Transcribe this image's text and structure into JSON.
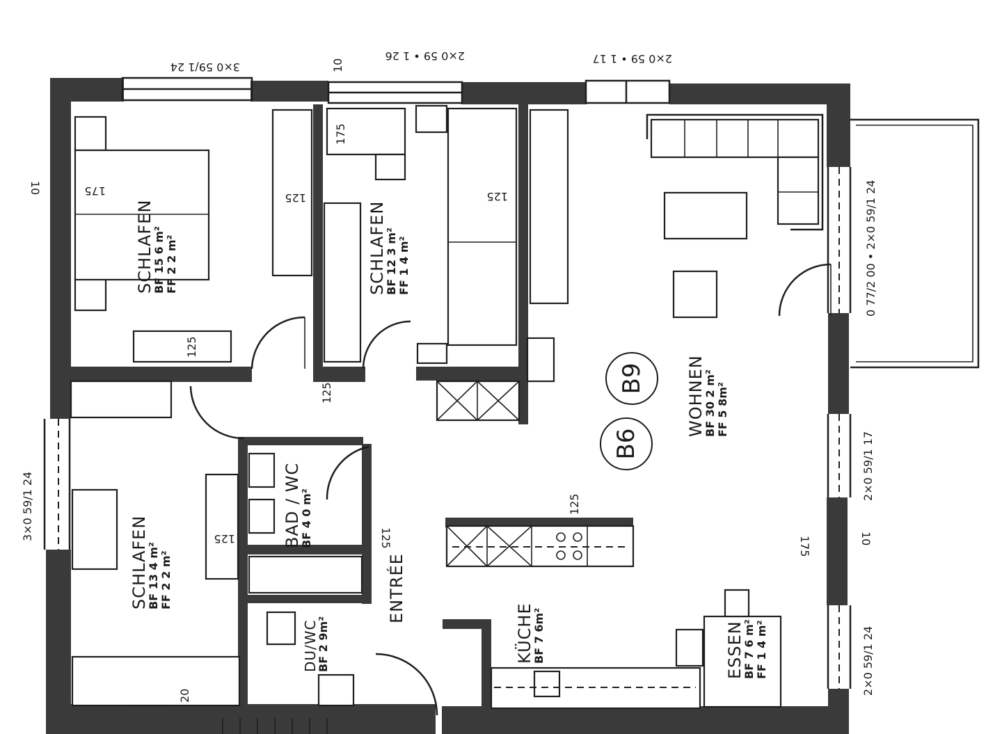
{
  "document": {
    "type": "architectural floor plan",
    "unit_badges": [
      "B6",
      "B9"
    ]
  },
  "rooms": [
    {
      "id": "schlafen-1",
      "name": "SCHLAFEN",
      "bf": "BF 15 6 m²",
      "ff": "FF  2 2 m²"
    },
    {
      "id": "schlafen-2",
      "name": "SCHLAFEN",
      "bf": "BF 12 3 m²",
      "ff": "FF  1 4 m²"
    },
    {
      "id": "wohnen",
      "name": "WOHNEN",
      "bf": "BF 30 2 m²",
      "ff": "FF  5 8m²"
    },
    {
      "id": "schlafen-3",
      "name": "SCHLAFEN",
      "bf": "BF 13 4 m²",
      "ff": "FF  2 2 m²"
    },
    {
      "id": "bad-wc",
      "name": "BAD / WC",
      "bf": "BF 4 0 m²"
    },
    {
      "id": "du-wc",
      "name": "DU/WC",
      "bf": "BF 2 9m²"
    },
    {
      "id": "entree",
      "name": "ENTRÉE"
    },
    {
      "id": "kueche",
      "name": "KÜCHE",
      "bf": "BF 7 6m²"
    },
    {
      "id": "essen",
      "name": "ESSEN",
      "bf": "BF 7 6 m²",
      "ff": "FF 1 4 m²"
    }
  ],
  "window_dimensions": {
    "top_left": "3×0 59/1 24",
    "top_middle": "2×0 59 • 1 26",
    "top_right": "2×0 59 • 1 17",
    "right_upper": "0 77/2 00 • 2×0 59/1 24",
    "right_middle": "2×0 59/1 17",
    "right_lower": "2×0 59/1 24",
    "left_lower": "3×0 59/1 24"
  },
  "dimension_marks": {
    "top_10": "10",
    "left_10": "10",
    "right_10": "10",
    "bed1_175": "175",
    "wardrobe1_125": "125",
    "desk1_125": "125",
    "room2_175": "175",
    "room2_wardrobe_125": "125",
    "corridor_125": "125",
    "bath_125": "125",
    "bath_door_125": "125",
    "room3_125": "125",
    "kitchen_125": "125",
    "right_175": "175",
    "bottom_20": "20"
  }
}
